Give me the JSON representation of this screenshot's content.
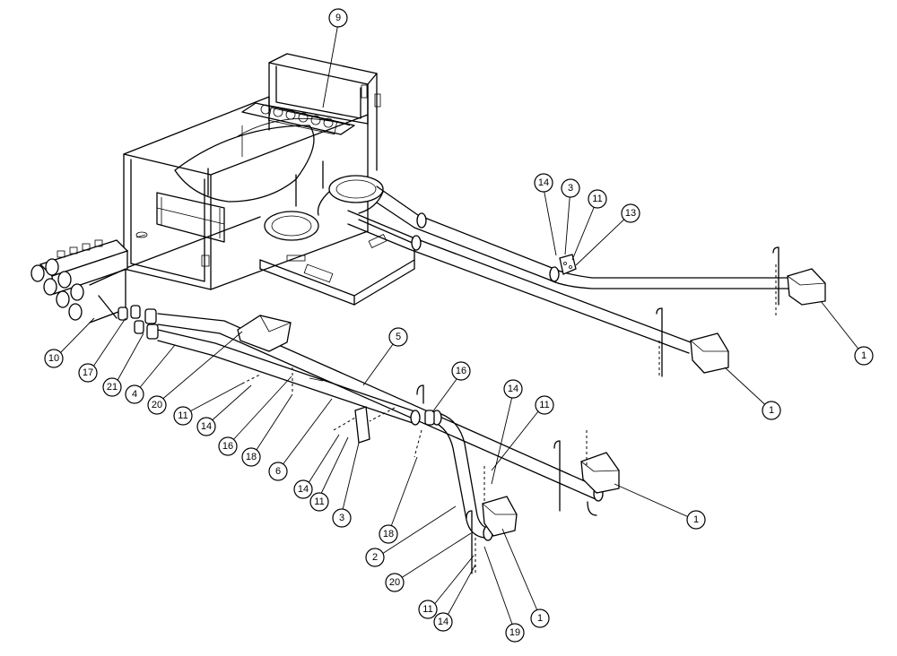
{
  "callouts": [
    {
      "id": "c-9",
      "label": "9"
    },
    {
      "id": "c-14a",
      "label": "14"
    },
    {
      "id": "c-3a",
      "label": "3"
    },
    {
      "id": "c-11a",
      "label": "11"
    },
    {
      "id": "c-13",
      "label": "13"
    },
    {
      "id": "c-1a",
      "label": "1"
    },
    {
      "id": "c-1b",
      "label": "1"
    },
    {
      "id": "c-10",
      "label": "10"
    },
    {
      "id": "c-17",
      "label": "17"
    },
    {
      "id": "c-21",
      "label": "21"
    },
    {
      "id": "c-4",
      "label": "4"
    },
    {
      "id": "c-20a",
      "label": "20"
    },
    {
      "id": "c-11b",
      "label": "11"
    },
    {
      "id": "c-14b",
      "label": "14"
    },
    {
      "id": "c-16a",
      "label": "16"
    },
    {
      "id": "c-18a",
      "label": "18"
    },
    {
      "id": "c-6",
      "label": "6"
    },
    {
      "id": "c-5",
      "label": "5"
    },
    {
      "id": "c-16b",
      "label": "16"
    },
    {
      "id": "c-14c",
      "label": "14"
    },
    {
      "id": "c-11c",
      "label": "11"
    },
    {
      "id": "c-3b",
      "label": "3"
    },
    {
      "id": "c-18b",
      "label": "18"
    },
    {
      "id": "c-14d",
      "label": "14"
    },
    {
      "id": "c-11d",
      "label": "11"
    },
    {
      "id": "c-1c",
      "label": "1"
    },
    {
      "id": "c-2",
      "label": "2"
    },
    {
      "id": "c-20b",
      "label": "20"
    },
    {
      "id": "c-11e",
      "label": "11"
    },
    {
      "id": "c-14e",
      "label": "14"
    },
    {
      "id": "c-19",
      "label": "19"
    },
    {
      "id": "c-1d",
      "label": "1"
    }
  ]
}
